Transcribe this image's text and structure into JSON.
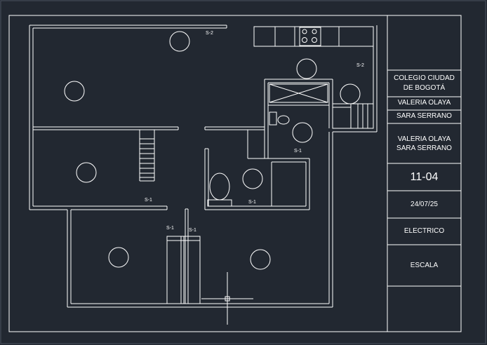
{
  "colors": {
    "background": "#222831",
    "lines": "#ffffff"
  },
  "title_block": {
    "school": [
      "COLEGIO CIUDAD",
      "DE BOGOTÁ"
    ],
    "author_1": "VALERIA OLAYA",
    "author_2": "SARA SERRANO",
    "drawn_by": [
      "VALERIA OLAYA",
      "SARA SERRANO"
    ],
    "code": "11-04",
    "date": "24/07/25",
    "subject": "ELECTRICO",
    "scale_label": "ESCALA"
  },
  "switch_labels": {
    "s2_top": "S-2",
    "s2_kitchen": "S-2",
    "s1_bath": "S-1",
    "s1_living": "S-1",
    "s1_bath_lower": "S-1",
    "s1_hall_a": "S-1",
    "s1_hall_b": "S-1"
  },
  "symbols": {
    "ceiling_light": "circle",
    "switch": "text label",
    "cursor": "crosshair-icon"
  }
}
